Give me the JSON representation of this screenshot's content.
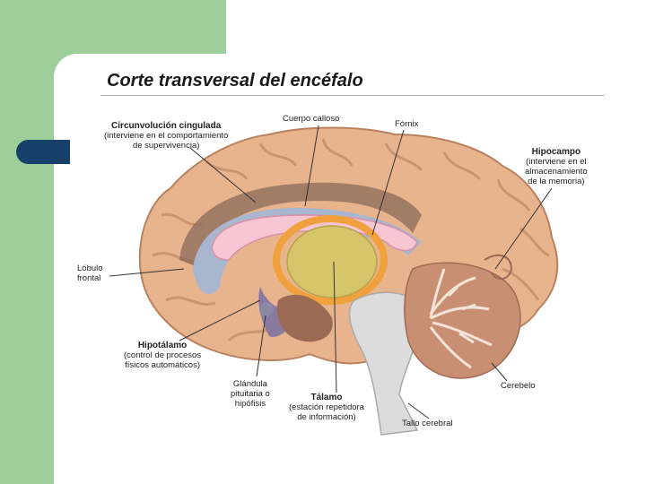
{
  "title": "Corte transversal del encéfalo",
  "labels": {
    "circunvolucion": {
      "name": "Circunvolución cingulada",
      "line1": "(interviene en el comportamiento",
      "line2": "de supervivencia)"
    },
    "cuerpo_calloso": {
      "name": "Cuerpo calloso"
    },
    "fornix": {
      "name": "Fórnix"
    },
    "hipocampo": {
      "name": "Hipocampo",
      "line1": "(interviene en el",
      "line2": "almacenamiento",
      "line3": "de la memoria)"
    },
    "lobulo_frontal": {
      "line1": "Lóbulo",
      "line2": "frontal"
    },
    "hipotalamo": {
      "name": "Hipotálamo",
      "line1": "(control de procesos",
      "line2": "físicos automáticos)"
    },
    "glandula": {
      "line1": "Glándula",
      "line2": "pituitaria o",
      "line3": "hipófisis"
    },
    "talamo": {
      "name": "Tálamo",
      "line1": "(estación repetidora",
      "line2": "de información)"
    },
    "cerebelo": {
      "name": "Cerebelo"
    },
    "tallo": {
      "name": "Tallo cerebral"
    }
  },
  "colors": {
    "background_green": "#9ecf9a",
    "accent_blue": "#16406a",
    "brain_tissue": "#e8b48e",
    "corpus_callosum": "#f6c6d4",
    "thalamus": "#d6c56a",
    "fornix": "#f0a03c",
    "cerebellum": "#c98f72",
    "brainstem": "#dcdcdc"
  }
}
